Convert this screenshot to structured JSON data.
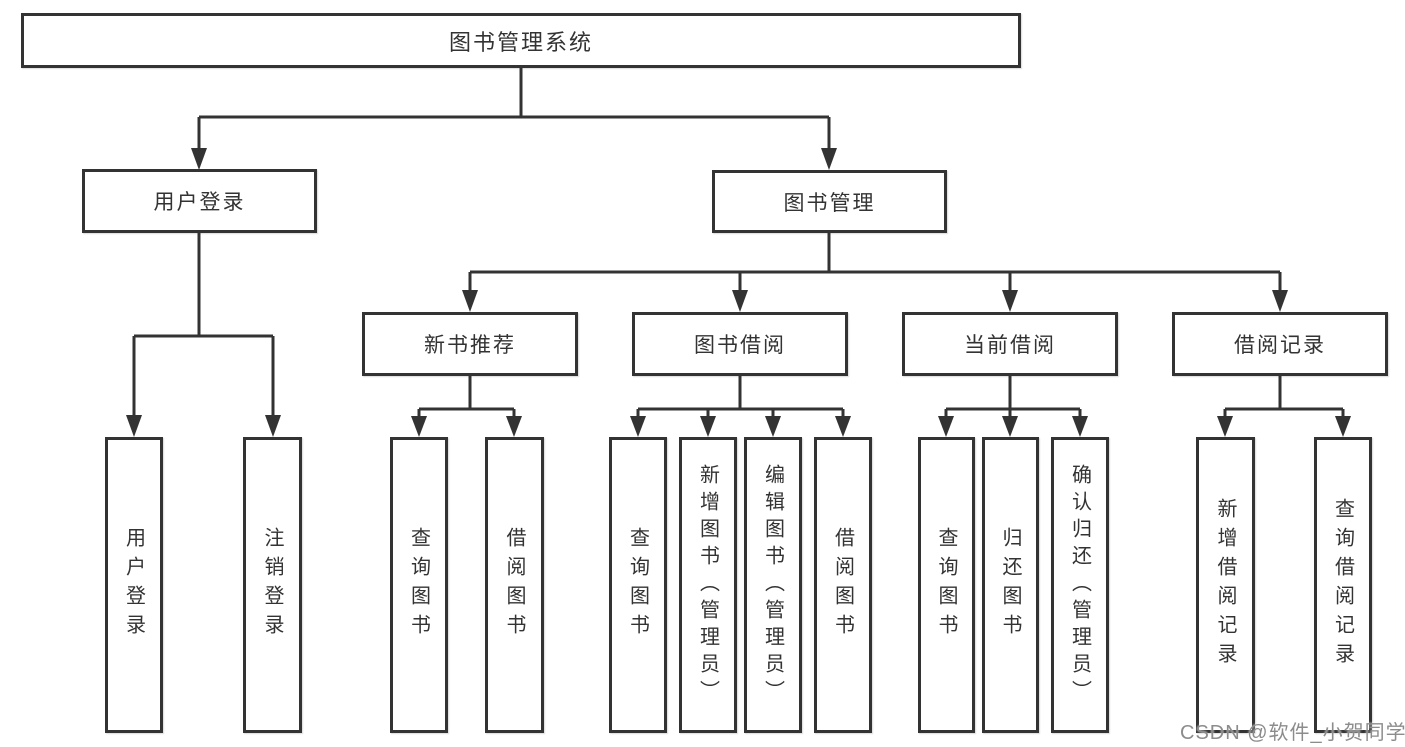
{
  "diagram_title": "图书管理系统",
  "tree": {
    "root": {
      "label": "图书管理系统"
    },
    "level2": [
      {
        "id": "user-login",
        "label": "用户登录",
        "children": [
          {
            "label": "用户登录"
          },
          {
            "label": "注销登录"
          }
        ]
      },
      {
        "id": "book-management",
        "label": "图书管理",
        "children": [
          {
            "id": "new-book-recommend",
            "label": "新书推荐",
            "children": [
              {
                "label": "查询图书"
              },
              {
                "label": "借阅图书"
              }
            ]
          },
          {
            "id": "book-borrowing",
            "label": "图书借阅",
            "children": [
              {
                "label": "查询图书"
              },
              {
                "label": "新增图书（管理员）"
              },
              {
                "label": "编辑图书（管理员）"
              },
              {
                "label": "借阅图书"
              }
            ]
          },
          {
            "id": "current-borrowing",
            "label": "当前借阅",
            "children": [
              {
                "label": "查询图书"
              },
              {
                "label": "归还图书"
              },
              {
                "label": "确认归还（管理员）"
              }
            ]
          },
          {
            "id": "borrowing-records",
            "label": "借阅记录",
            "children": [
              {
                "label": "新增借阅记录"
              },
              {
                "label": "查询借阅记录"
              }
            ]
          }
        ]
      }
    ]
  },
  "watermark": "CSDN @软件_小贺同学",
  "colors": {
    "line": "#333333",
    "box_border": "#333333",
    "text": "#333333",
    "background": "#ffffff",
    "watermark": "#8c8c8c"
  }
}
